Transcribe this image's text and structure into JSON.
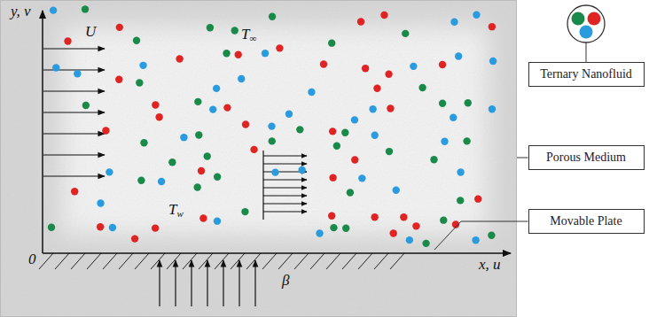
{
  "diagram": {
    "nodes": [
      {
        "text": [
          "Ternary Nanofluid"
        ]
      },
      {
        "text": [
          "Porous Medium"
        ]
      },
      {
        "text": [
          "Movable Plate"
        ]
      }
    ],
    "labels": [
      "y, v",
      "U",
      "T∞",
      "Tw",
      "0",
      "x, u",
      "β"
    ]
  }
}
